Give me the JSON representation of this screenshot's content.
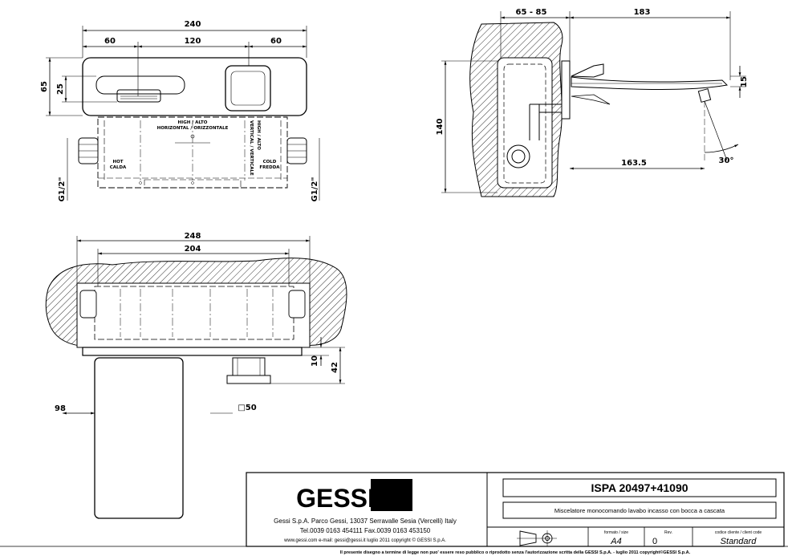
{
  "top_view": {
    "dim_total_width": "240",
    "dim_left": "60",
    "dim_center": "120",
    "dim_right": "60",
    "dim_height": "65",
    "dim_outlet_height": "25",
    "label_high": "HIGH / ALTO",
    "label_horizontal": "HORIZONTAL / ORIZZONTALE",
    "label_vertical": "VERTICAL / VERTICALE",
    "label_high_alto": "HIGH / ALTO",
    "label_hot": "HOT",
    "label_calda": "CALDA",
    "label_cold": "COLD",
    "label_fredda": "FREDDA",
    "dim_conn_left": "G1/2\"",
    "dim_conn_right": "G1/2\""
  },
  "side_view": {
    "dim_wall": "65 - 85",
    "dim_projection": "183",
    "dim_height": "140",
    "dim_spout_reach": "163.5",
    "dim_spout_thickness": "15",
    "dim_angle": "30°"
  },
  "front_view": {
    "dim_total": "248",
    "dim_inner": "204",
    "dim_plate": "10",
    "dim_depth": "42",
    "dim_spout_width": "98",
    "dim_square": "□50"
  },
  "title_block": {
    "logo": "GESSI",
    "company": "Gessi S.p.A. Parco Gessi, 13037 Serravalle Sesia (Vercelli) Italy",
    "contact": "Tel.0039 0163 454111 Fax.0039 0163 453150",
    "web": "www.gessi.com  e-mail: gessi@gessi.it     luglio 2011     copyright © GESSI S.p.A.",
    "product_code": "ISPA 20497+41090",
    "description": "Miscelatore monocomando lavabo incasso con bocca a cascata",
    "format_label": "formato / size",
    "format_value": "A4",
    "rev_label": "Rev.",
    "rev_value": "0",
    "client_label": "codice cliente / client code",
    "client_value": "Standard",
    "notice": "Il presente disegno a termine di legge non puo' essere reso pubblico o riprodotto senza l'autorizzazione scritta della GESSI S.p.A. - luglio 2011  copyright©GESSI S.p.A."
  }
}
